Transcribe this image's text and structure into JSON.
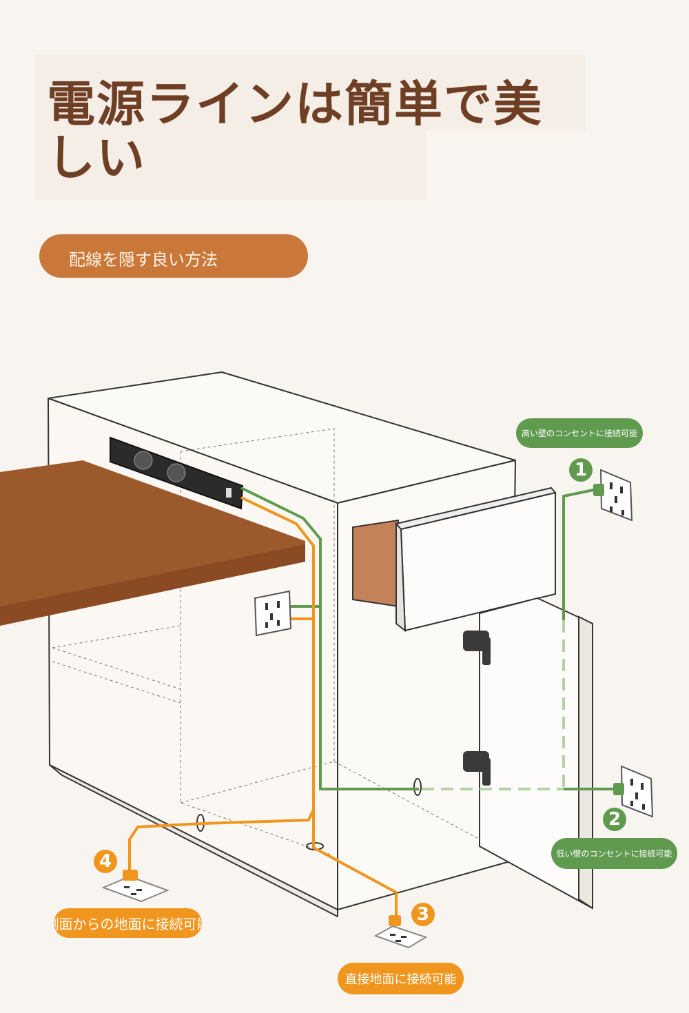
{
  "header": {
    "title": "電源ラインは簡単で美しい",
    "subtitle_pill": "配線を隠す良い方法"
  },
  "callouts": [
    {
      "number": "1",
      "label": "高い壁のコンセントに接続可能"
    },
    {
      "number": "2",
      "label": "低い壁のコンセントに接続可能"
    },
    {
      "number": "3",
      "label": "直接地面に接続可能"
    },
    {
      "number": "4",
      "label": "側面からの地面に接続可能"
    }
  ],
  "colors": {
    "background": "#f8f4ef",
    "title": "#6e3f24",
    "pill": "#c97839",
    "desk_top": "#9c5a2c",
    "green_cable": "#5f9a4f",
    "orange_cable": "#f0951e",
    "drawer_inner": "#c4825a"
  },
  "icons": [
    "power-strip-icon",
    "wall-outlet-icon",
    "floor-outlet-icon",
    "plug-icon",
    "hinge-icon",
    "cable-hole-icon"
  ]
}
